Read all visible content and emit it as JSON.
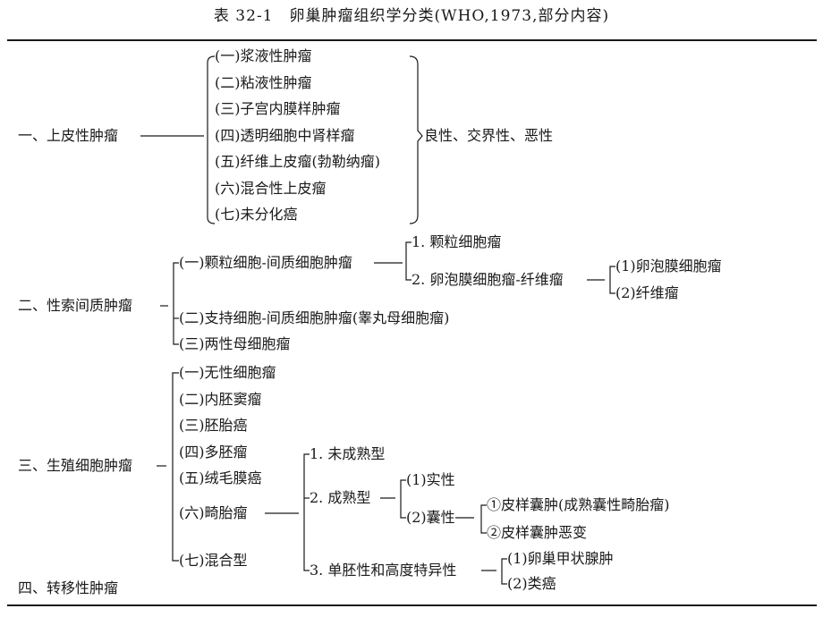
{
  "title": "表 32-1　卵巢肿瘤组织学分类(WHO,1973,部分内容)",
  "sections": [
    {
      "label": "一、上皮性肿瘤",
      "items": [
        "(一)浆液性肿瘤",
        "(二)粘液性肿瘤",
        "(三)子宫内膜样肿瘤",
        "(四)透明细胞中肾样瘤",
        "(五)纤维上皮瘤(勃勒纳瘤)",
        "(六)混合性上皮瘤",
        "(七)未分化癌"
      ],
      "nature": "良性、交界性、恶性"
    },
    {
      "label": "二、性索间质肿瘤",
      "items": [
        "(一)颗粒细胞-间质细胞肿瘤",
        "(二)支持细胞-间质细胞肿瘤(睾丸母细胞瘤)",
        "(三)两性母细胞瘤"
      ],
      "sub1": [
        "1. 颗粒细胞瘤",
        "2. 卵泡膜细胞瘤-纤维瘤"
      ],
      "sub2": [
        "(1)卵泡膜细胞瘤",
        "(2)纤维瘤"
      ]
    },
    {
      "label": "三、生殖细胞肿瘤",
      "items": [
        "(一)无性细胞瘤",
        "(二)内胚窦瘤",
        "(三)胚胎癌",
        "(四)多胚瘤",
        "(五)绒毛膜癌",
        "(六)畸胎瘤",
        "(七)混合型"
      ],
      "teratoma": [
        "1. 未成熟型",
        "2. 成熟型",
        "3. 单胚性和高度特异性"
      ],
      "mature": [
        "(1)实性",
        "(2)囊性"
      ],
      "cystic": [
        "①皮样囊肿(成熟囊性畸胎瘤)",
        "②皮样囊肿恶变"
      ],
      "specific": [
        "(1)卵巢甲状腺肿",
        "(2)类癌"
      ]
    },
    {
      "label": "四、转移性肿瘤"
    }
  ]
}
